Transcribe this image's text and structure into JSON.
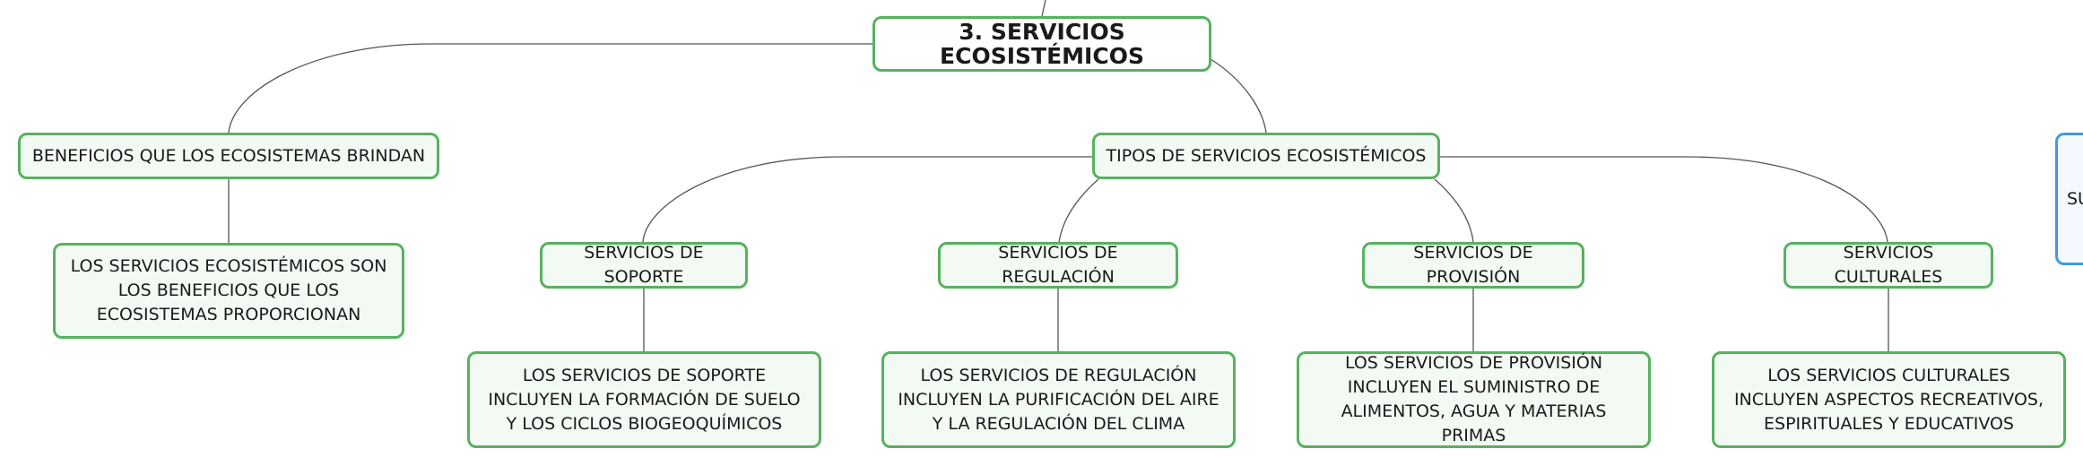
{
  "colors": {
    "node_border": "#56b25f",
    "node_fill": "#f3f9f3",
    "edge": "#555555",
    "cut_node_border": "#3f9be0"
  },
  "root": {
    "label": "3. SERVICIOS ECOSISTÉMICOS"
  },
  "branches": {
    "beneficios": {
      "label": "BENEFICIOS QUE LOS ECOSISTEMAS BRINDAN",
      "detail": "LOS SERVICIOS ECOSISTÉMICOS SON LOS BENEFICIOS QUE LOS ECOSISTEMAS PROPORCIONAN"
    },
    "tipos": {
      "label": "TIPOS DE SERVICIOS ECOSISTÉMICOS",
      "children": [
        {
          "label": "SERVICIOS DE SOPORTE",
          "detail": "LOS SERVICIOS DE SOPORTE INCLUYEN LA FORMACIÓN DE SUELO Y LOS CICLOS BIOGEOQUÍMICOS"
        },
        {
          "label": "SERVICIOS DE REGULACIÓN",
          "detail": "LOS SERVICIOS DE REGULACIÓN INCLUYEN LA PURIFICACIÓN DEL AIRE Y LA REGULACIÓN DEL CLIMA"
        },
        {
          "label": "SERVICIOS DE PROVISIÓN",
          "detail": "LOS SERVICIOS DE PROVISIÓN INCLUYEN EL SUMINISTRO DE ALIMENTOS, AGUA Y MATERIAS PRIMAS"
        },
        {
          "label": "SERVICIOS CULTURALES",
          "detail": "LOS SERVICIOS CULTURALES INCLUYEN ASPECTOS RECREATIVOS, ESPIRITUALES Y EDUCATIVOS"
        }
      ]
    }
  },
  "cut_node": {
    "label_fragment": "SU"
  }
}
